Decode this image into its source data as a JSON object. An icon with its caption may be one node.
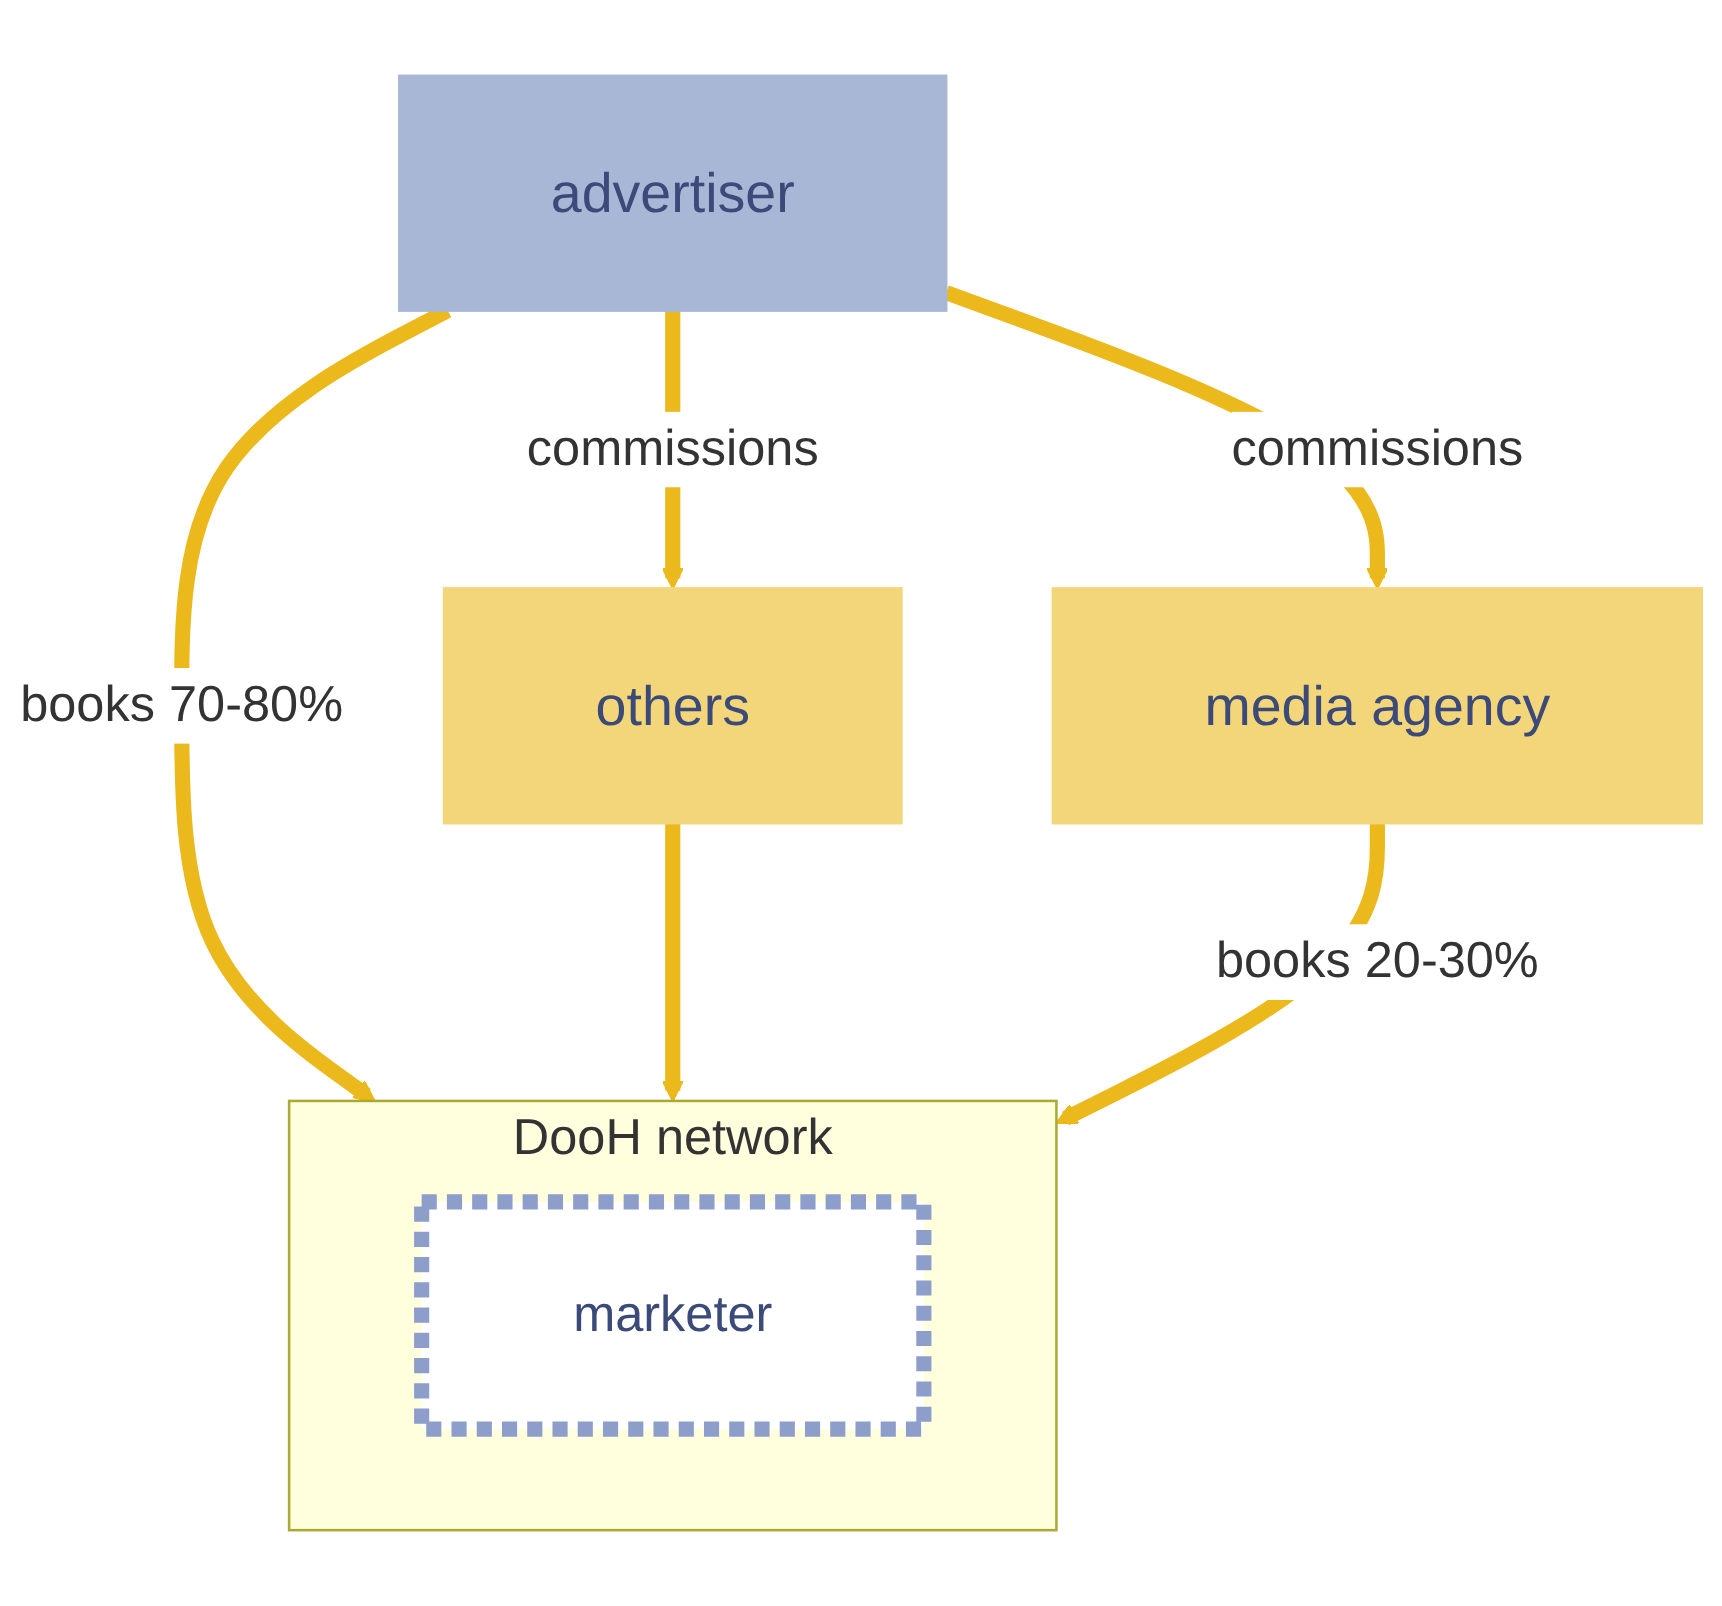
{
  "diagram": {
    "nodes": [
      {
        "text": [
          "advertiser"
        ]
      },
      {
        "text": [
          "media agency"
        ]
      },
      {
        "text": [
          "others"
        ]
      },
      {
        "text": [
          "DooH network"
        ]
      },
      {
        "text": [
          "marketer"
        ],
        "in": 3
      }
    ],
    "edges": [
      {
        "from": 0,
        "to": 1,
        "arrow": "to",
        "label": "commissions"
      },
      {
        "from": 0,
        "to": 2,
        "arrow": "to",
        "label": "commissions"
      },
      {
        "from": 0,
        "to": 3,
        "arrow": "to",
        "label": "books 70-80%"
      },
      {
        "from": 2,
        "to": 3,
        "arrow": "to"
      },
      {
        "from": 1,
        "to": 3,
        "arrow": "to",
        "label": "books 20-30%"
      }
    ]
  }
}
